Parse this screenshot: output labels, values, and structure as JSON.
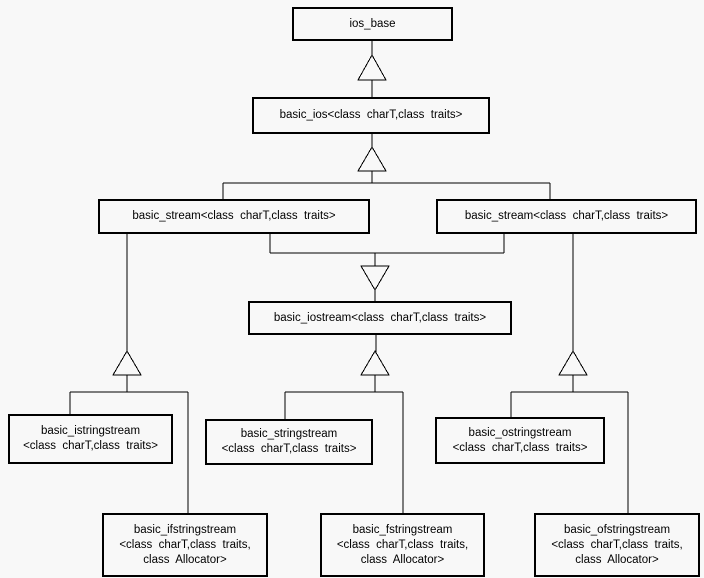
{
  "diagram": {
    "nodes": {
      "ios_base": {
        "label": "ios_base"
      },
      "basic_ios": {
        "label": "basic_ios<class  charT,class  traits>"
      },
      "basic_stream_left": {
        "label": "basic_stream<class  charT,class  traits>"
      },
      "basic_stream_right": {
        "label": "basic_stream<class  charT,class  traits>"
      },
      "basic_iostream": {
        "label": "basic_iostream<class  charT,class  traits>"
      },
      "basic_istringstream": {
        "lines": [
          "basic_istringstream",
          "<class  charT,class  traits>"
        ]
      },
      "basic_stringstream": {
        "lines": [
          "basic_stringstream",
          "<class  charT,class  traits>"
        ]
      },
      "basic_ostringstream": {
        "lines": [
          "basic_ostringstream",
          "<class  charT,class  traits>"
        ]
      },
      "basic_ifstringstream": {
        "lines": [
          "basic_ifstringstream",
          "<class  charT,class  traits,",
          "class  Allocator>"
        ]
      },
      "basic_fstringstream": {
        "lines": [
          "basic_fstringstream",
          "<class  charT,class  traits,",
          "class  Allocator>"
        ]
      },
      "basic_ofstringstream": {
        "lines": [
          "basic_ofstringstream",
          "<class  charT,class  traits,",
          "class  Allocator>"
        ]
      }
    },
    "edges": [
      {
        "parent": "ios_base",
        "child": "basic_ios"
      },
      {
        "parent": "basic_ios",
        "child": "basic_stream_left"
      },
      {
        "parent": "basic_ios",
        "child": "basic_stream_right"
      },
      {
        "parent": "basic_stream_left",
        "child": "basic_iostream"
      },
      {
        "parent": "basic_stream_right",
        "child": "basic_iostream"
      },
      {
        "parent": "basic_stream_left",
        "child": "basic_istringstream"
      },
      {
        "parent": "basic_stream_left",
        "child": "basic_ifstringstream"
      },
      {
        "parent": "basic_iostream",
        "child": "basic_stringstream"
      },
      {
        "parent": "basic_iostream",
        "child": "basic_fstringstream"
      },
      {
        "parent": "basic_stream_right",
        "child": "basic_ostringstream"
      },
      {
        "parent": "basic_stream_right",
        "child": "basic_ofstringstream"
      }
    ],
    "colors": {
      "background": "#f8f8f8",
      "line": "#000000",
      "box_border": "#000000",
      "text": "#000000"
    }
  }
}
